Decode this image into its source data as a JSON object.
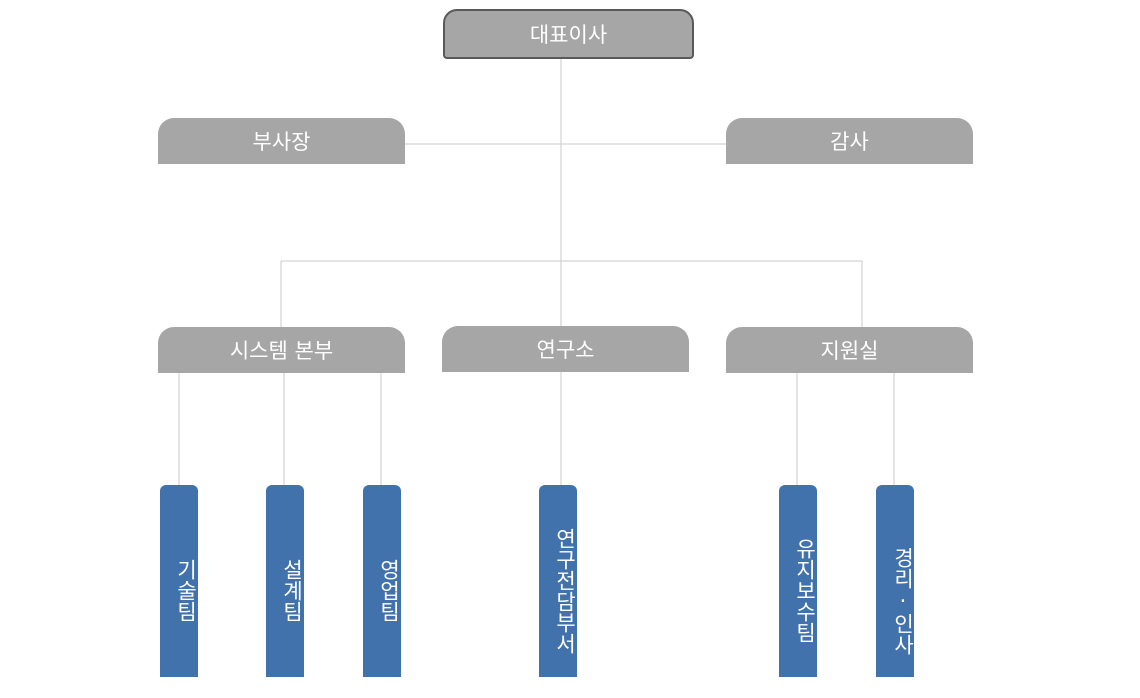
{
  "org_chart": {
    "ceo": "대표이사",
    "vice_president": "부사장",
    "auditor": "감사",
    "divisions": {
      "system": {
        "label": "시스템 본부",
        "teams": [
          "기술팀",
          "설계팀",
          "영업팀"
        ]
      },
      "research": {
        "label": "연구소",
        "teams": [
          "연구전담부서"
        ]
      },
      "support": {
        "label": "지원실",
        "teams": [
          "유지보수팀",
          "경리·인사"
        ]
      }
    }
  },
  "colors": {
    "gray_box": "#a6a6a6",
    "ceo_border": "#595959",
    "blue_box": "#4272ab",
    "line": "#c8c8c8"
  }
}
